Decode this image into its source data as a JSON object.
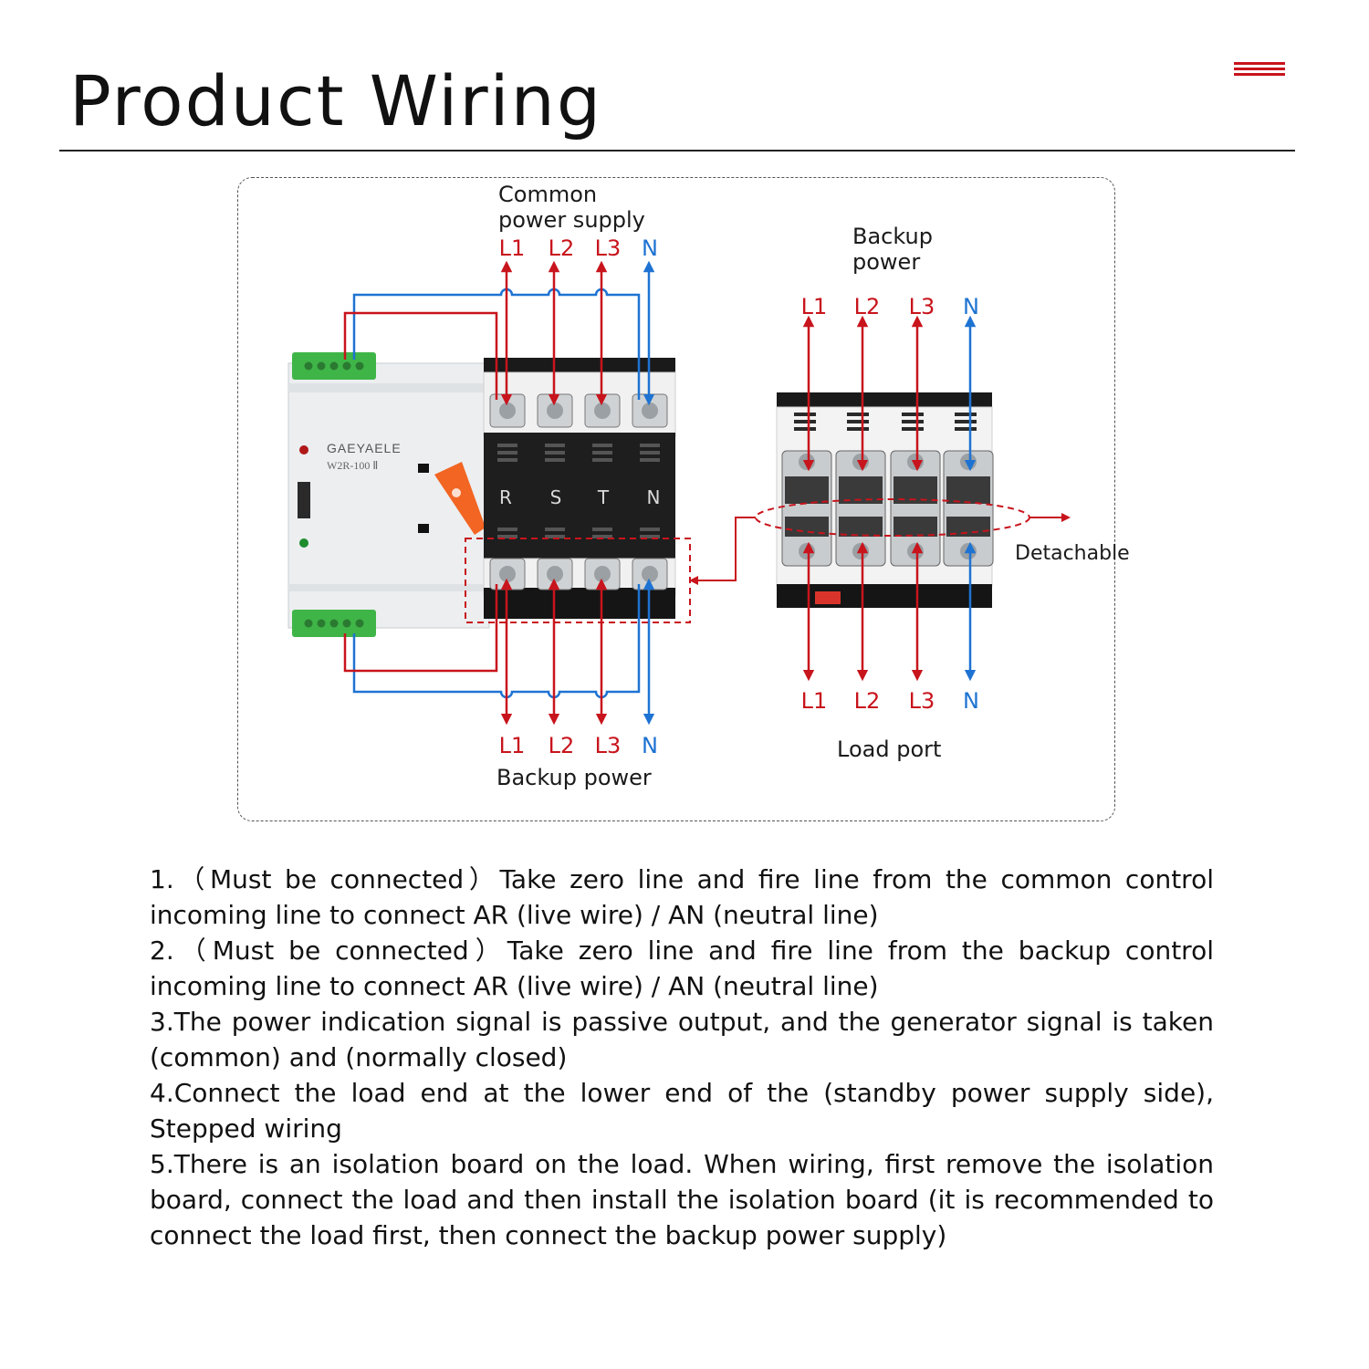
{
  "header": {
    "title": "Product Wiring"
  },
  "colors": {
    "live": "#c8141c",
    "neutral": "#1e73d2",
    "accent": "#c8141c",
    "terminal_green": "#3fb548",
    "handle": "#f26522"
  },
  "diagram": {
    "common_supply": {
      "line1": "Common",
      "line2": "power supply",
      "phases": [
        "L1",
        "L2",
        "L3",
        "N"
      ]
    },
    "backup_bottom": {
      "label": "Backup power",
      "phases": [
        "L1",
        "L2",
        "L3",
        "N"
      ]
    },
    "backup_right": {
      "line1": "Backup",
      "line2": "power",
      "phases": [
        "L1",
        "L2",
        "L3",
        "N"
      ]
    },
    "load_port": {
      "label": "Load port",
      "phases": [
        "L1",
        "L2",
        "L3",
        "N"
      ]
    },
    "detachable": "Detachable",
    "device": {
      "brand": "GAEYAELE",
      "model": "W2R-100 Ⅱ",
      "terminals": [
        "R",
        "S",
        "T",
        "N"
      ]
    }
  },
  "notes": [
    "1.（Must be connected）Take zero line and fire line from the common control incoming line to connect AR (live wire) / AN (neutral line)",
    "2.（Must be connected）Take zero line and fire line from the backup control incoming line to connect AR (live wire) / AN (neutral line)",
    "3.The power indication signal is passive output, and the generator signal is taken (common) and (normally closed)",
    "4.Connect the load end at the lower end of the (standby power supply side), Stepped wiring",
    "5.There is an isolation board on the load. When wiring, first remove the isolation board, connect the load and then install the isolation board (it is recommended to connect the load first, then connect the backup power supply)"
  ]
}
